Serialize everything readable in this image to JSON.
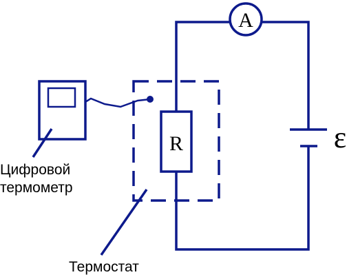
{
  "colors": {
    "line": "#0d1a8c",
    "text": "#000000"
  },
  "ammeter": {
    "symbol": "A"
  },
  "resistor": {
    "symbol": "R"
  },
  "source": {
    "symbol": "ε"
  },
  "labels": {
    "thermometer_line1": "Цифровой",
    "thermometer_line2": "термометр",
    "thermostat": "Термостат"
  },
  "icons": {
    "thermometer": "digital-thermometer-icon",
    "ammeter": "ammeter-icon",
    "resistor": "resistor-icon",
    "battery": "battery-icon"
  }
}
